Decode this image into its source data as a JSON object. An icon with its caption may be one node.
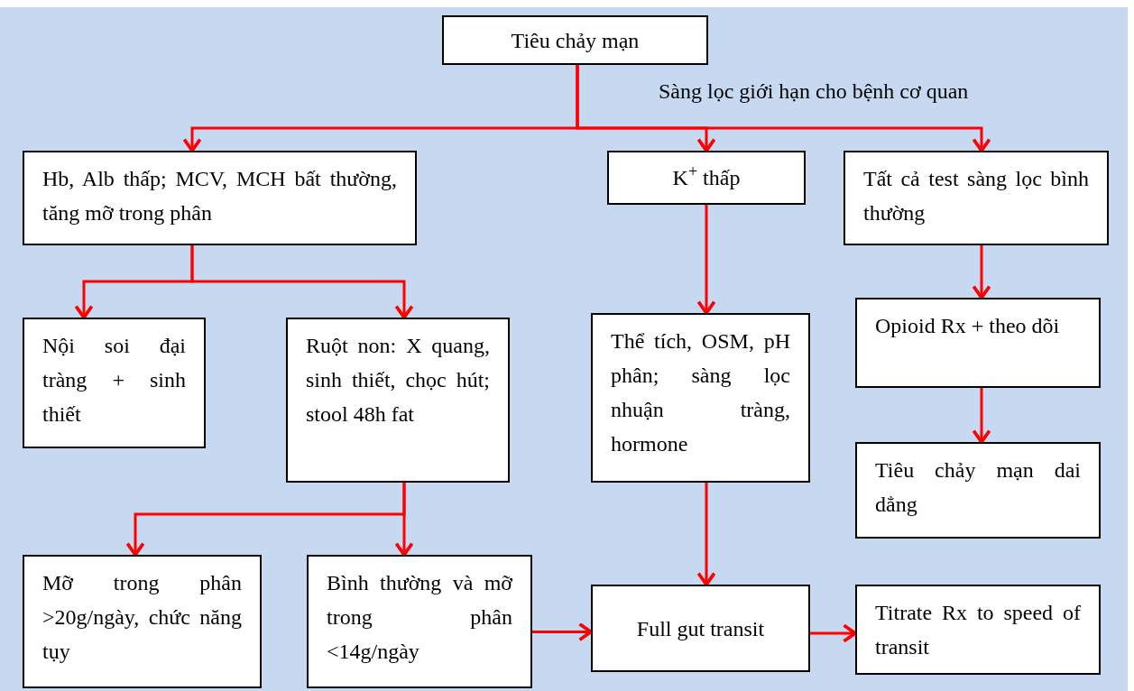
{
  "diagram": {
    "nodes": [
      {
        "text": [
          "Tiêu chảy mạn"
        ]
      },
      {
        "text": [
          "Hb, Alb thấp; MCV, MCH bất thường, tăng mỡ trong phân"
        ]
      },
      {
        "text": [
          "K$^{+}$ thấp"
        ]
      },
      {
        "text": [
          "Tất cả test sàng lọc bình thường"
        ]
      },
      {
        "text": [
          "Nội soi đại tràng + sinh thiết"
        ]
      },
      {
        "text": [
          "Ruột non: X quang, sinh thiết, chọc hút; stool 48h fat"
        ]
      },
      {
        "text": [
          "Thể tích, OSM, pH phân; sàng lọc nhuận tràng, hormone"
        ]
      },
      {
        "text": [
          "Opioid Rx + theo dõi"
        ]
      },
      {
        "text": [
          "Tiêu chảy mạn dai dẳng"
        ]
      },
      {
        "text": [
          "Mỡ trong phân >20g/ngày, chức năng tụy"
        ]
      },
      {
        "text": [
          "Bình thường và mỡ trong phân <14g/ngày"
        ]
      },
      {
        "text": [
          "Full gut transit"
        ]
      },
      {
        "text": [
          "Titrate Rx to speed of transit"
        ]
      }
    ],
    "edges": [
      {
        "from": 0,
        "to": 1,
        "arrow": "to"
      },
      {
        "from": 0,
        "to": 2,
        "arrow": "to"
      },
      {
        "from": 0,
        "to": 3,
        "arrow": "to"
      },
      {
        "from": 1,
        "to": 4,
        "arrow": "to"
      },
      {
        "from": 1,
        "to": 5,
        "arrow": "to"
      },
      {
        "from": 2,
        "to": 6,
        "arrow": "to"
      },
      {
        "from": 3,
        "to": 7,
        "arrow": "to"
      },
      {
        "from": 7,
        "to": 8,
        "arrow": "to"
      },
      {
        "from": 5,
        "to": 9,
        "arrow": "to"
      },
      {
        "from": 5,
        "to": 10,
        "arrow": "to"
      },
      {
        "from": 6,
        "to": 11,
        "arrow": "to"
      },
      {
        "from": 10,
        "to": 11,
        "arrow": "to"
      },
      {
        "from": 11,
        "to": 12,
        "arrow": "to"
      }
    ],
    "labels": [
      "Sàng lọc giới hạn cho bệnh cơ quan"
    ]
  }
}
